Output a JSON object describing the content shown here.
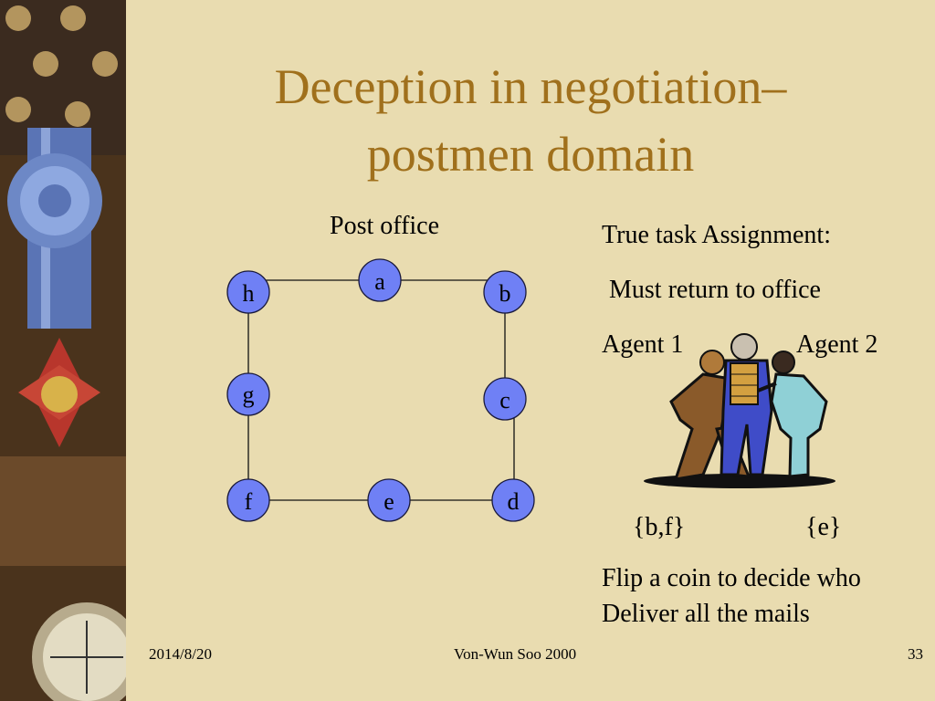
{
  "slide": {
    "title_line1": "Deception in negotiation–",
    "title_line2": "postmen domain"
  },
  "diagram": {
    "post_office_label": "Post office",
    "nodes": [
      "a",
      "b",
      "c",
      "d",
      "e",
      "f",
      "g",
      "h"
    ]
  },
  "right_panel": {
    "line1": "True task Assignment:",
    "line2": "Must return to office",
    "agent1": "Agent 1",
    "agent2": "Agent 2",
    "assign1": "{b,f}",
    "assign2": "{e}",
    "note1": "Flip a coin to decide who",
    "note2": "Deliver all the mails"
  },
  "footer": {
    "date": "2014/8/20",
    "author": "Von-Wun Soo 2000",
    "page": "33"
  },
  "colors": {
    "title": "#a0701c",
    "background": "#e9dcb0",
    "node_fill": "#6f80f5"
  }
}
